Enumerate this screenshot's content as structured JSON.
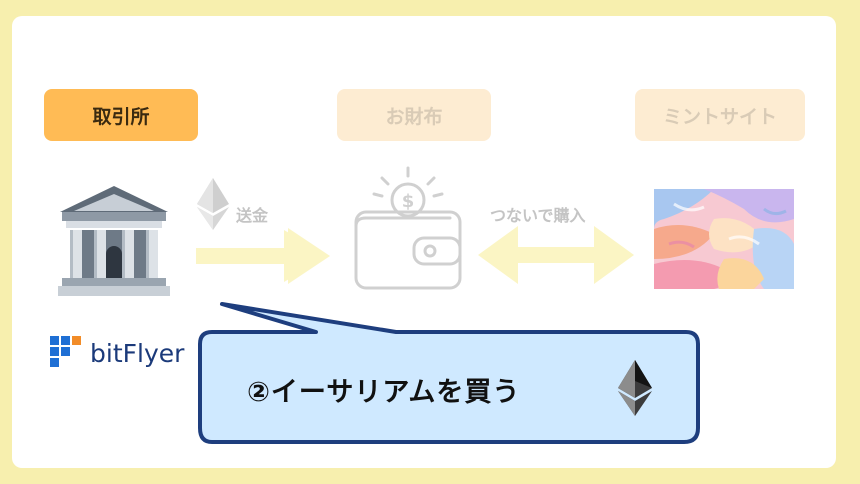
{
  "steps": {
    "exchange": "取引所",
    "wallet": "お財布",
    "mint_site": "ミントサイト"
  },
  "arrows": {
    "send_label": "送金",
    "connect_label": "つないで購入"
  },
  "brand": {
    "name": "bitFlyer"
  },
  "callout": {
    "text": "②イーサリアムを買う"
  },
  "colors": {
    "background": "#f7efae",
    "active_step": "#ffbb55",
    "faded_step": "#fdecd2",
    "callout_fill": "#cfe9ff",
    "callout_border": "#1e3e7e",
    "arrow": "#fbf5c4"
  },
  "icons": [
    "bank-icon",
    "ethereum-icon",
    "wallet-icon",
    "nft-artwork",
    "bitflyer-logo-icon"
  ]
}
